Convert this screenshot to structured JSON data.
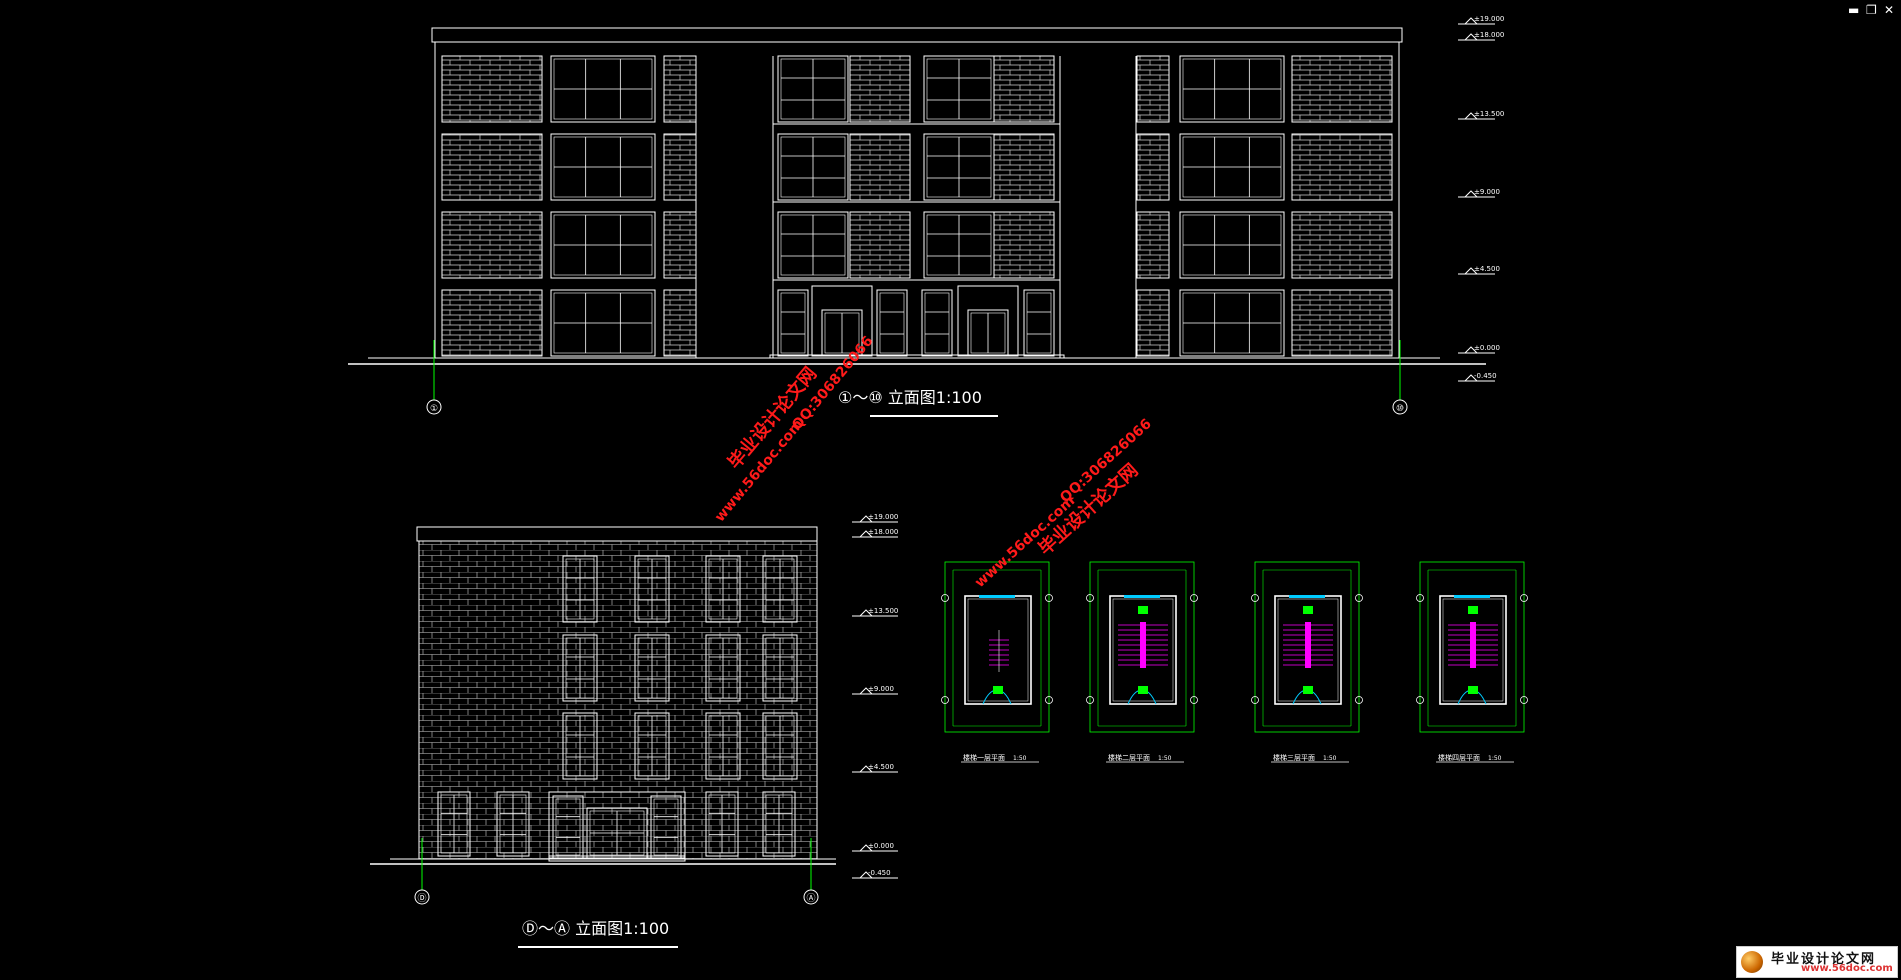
{
  "window": {
    "minimize_glyph": "▬",
    "restore_glyph": "❐",
    "close_glyph": "✕"
  },
  "colors": {
    "background": "#000000",
    "line": "#ffffff",
    "dimension": "#00ff00",
    "stair": "#ff00ff",
    "glass": "#00ccff",
    "watermark": "#ff1a1a"
  },
  "front_elevation": {
    "title": "①～⑩ 立面图1:100",
    "axis_left": "①",
    "axis_right": "⑩",
    "levels": [
      "±19.000",
      "±18.000",
      "±13.500",
      "±9.000",
      "±4.500",
      "±0.000",
      "-0.450"
    ]
  },
  "side_elevation": {
    "title": "Ⓓ～Ⓐ 立面图1:100",
    "axis_left": "Ⓓ",
    "axis_right": "Ⓐ",
    "levels": [
      "±19.000",
      "±18.000",
      "±13.500",
      "±9.000",
      "±4.500",
      "±0.000",
      "-0.450"
    ]
  },
  "stair_plans": [
    {
      "label": "楼梯一层平面",
      "scale": "1:50"
    },
    {
      "label": "楼梯二层平面",
      "scale": "1:50"
    },
    {
      "label": "楼梯三层平面",
      "scale": "1:50"
    },
    {
      "label": "楼梯四层平面",
      "scale": "1:50"
    }
  ],
  "watermarks": [
    {
      "line1": "毕业设计论文网",
      "line2": "www.56doc.com",
      "line3": "QQ:306826066"
    },
    {
      "line1": "毕业设计论文网",
      "line2": "www.56doc.com",
      "line3": "QQ:306826066"
    }
  ],
  "logo": {
    "name": "毕业设计论文网",
    "url": "www.56doc.com"
  }
}
